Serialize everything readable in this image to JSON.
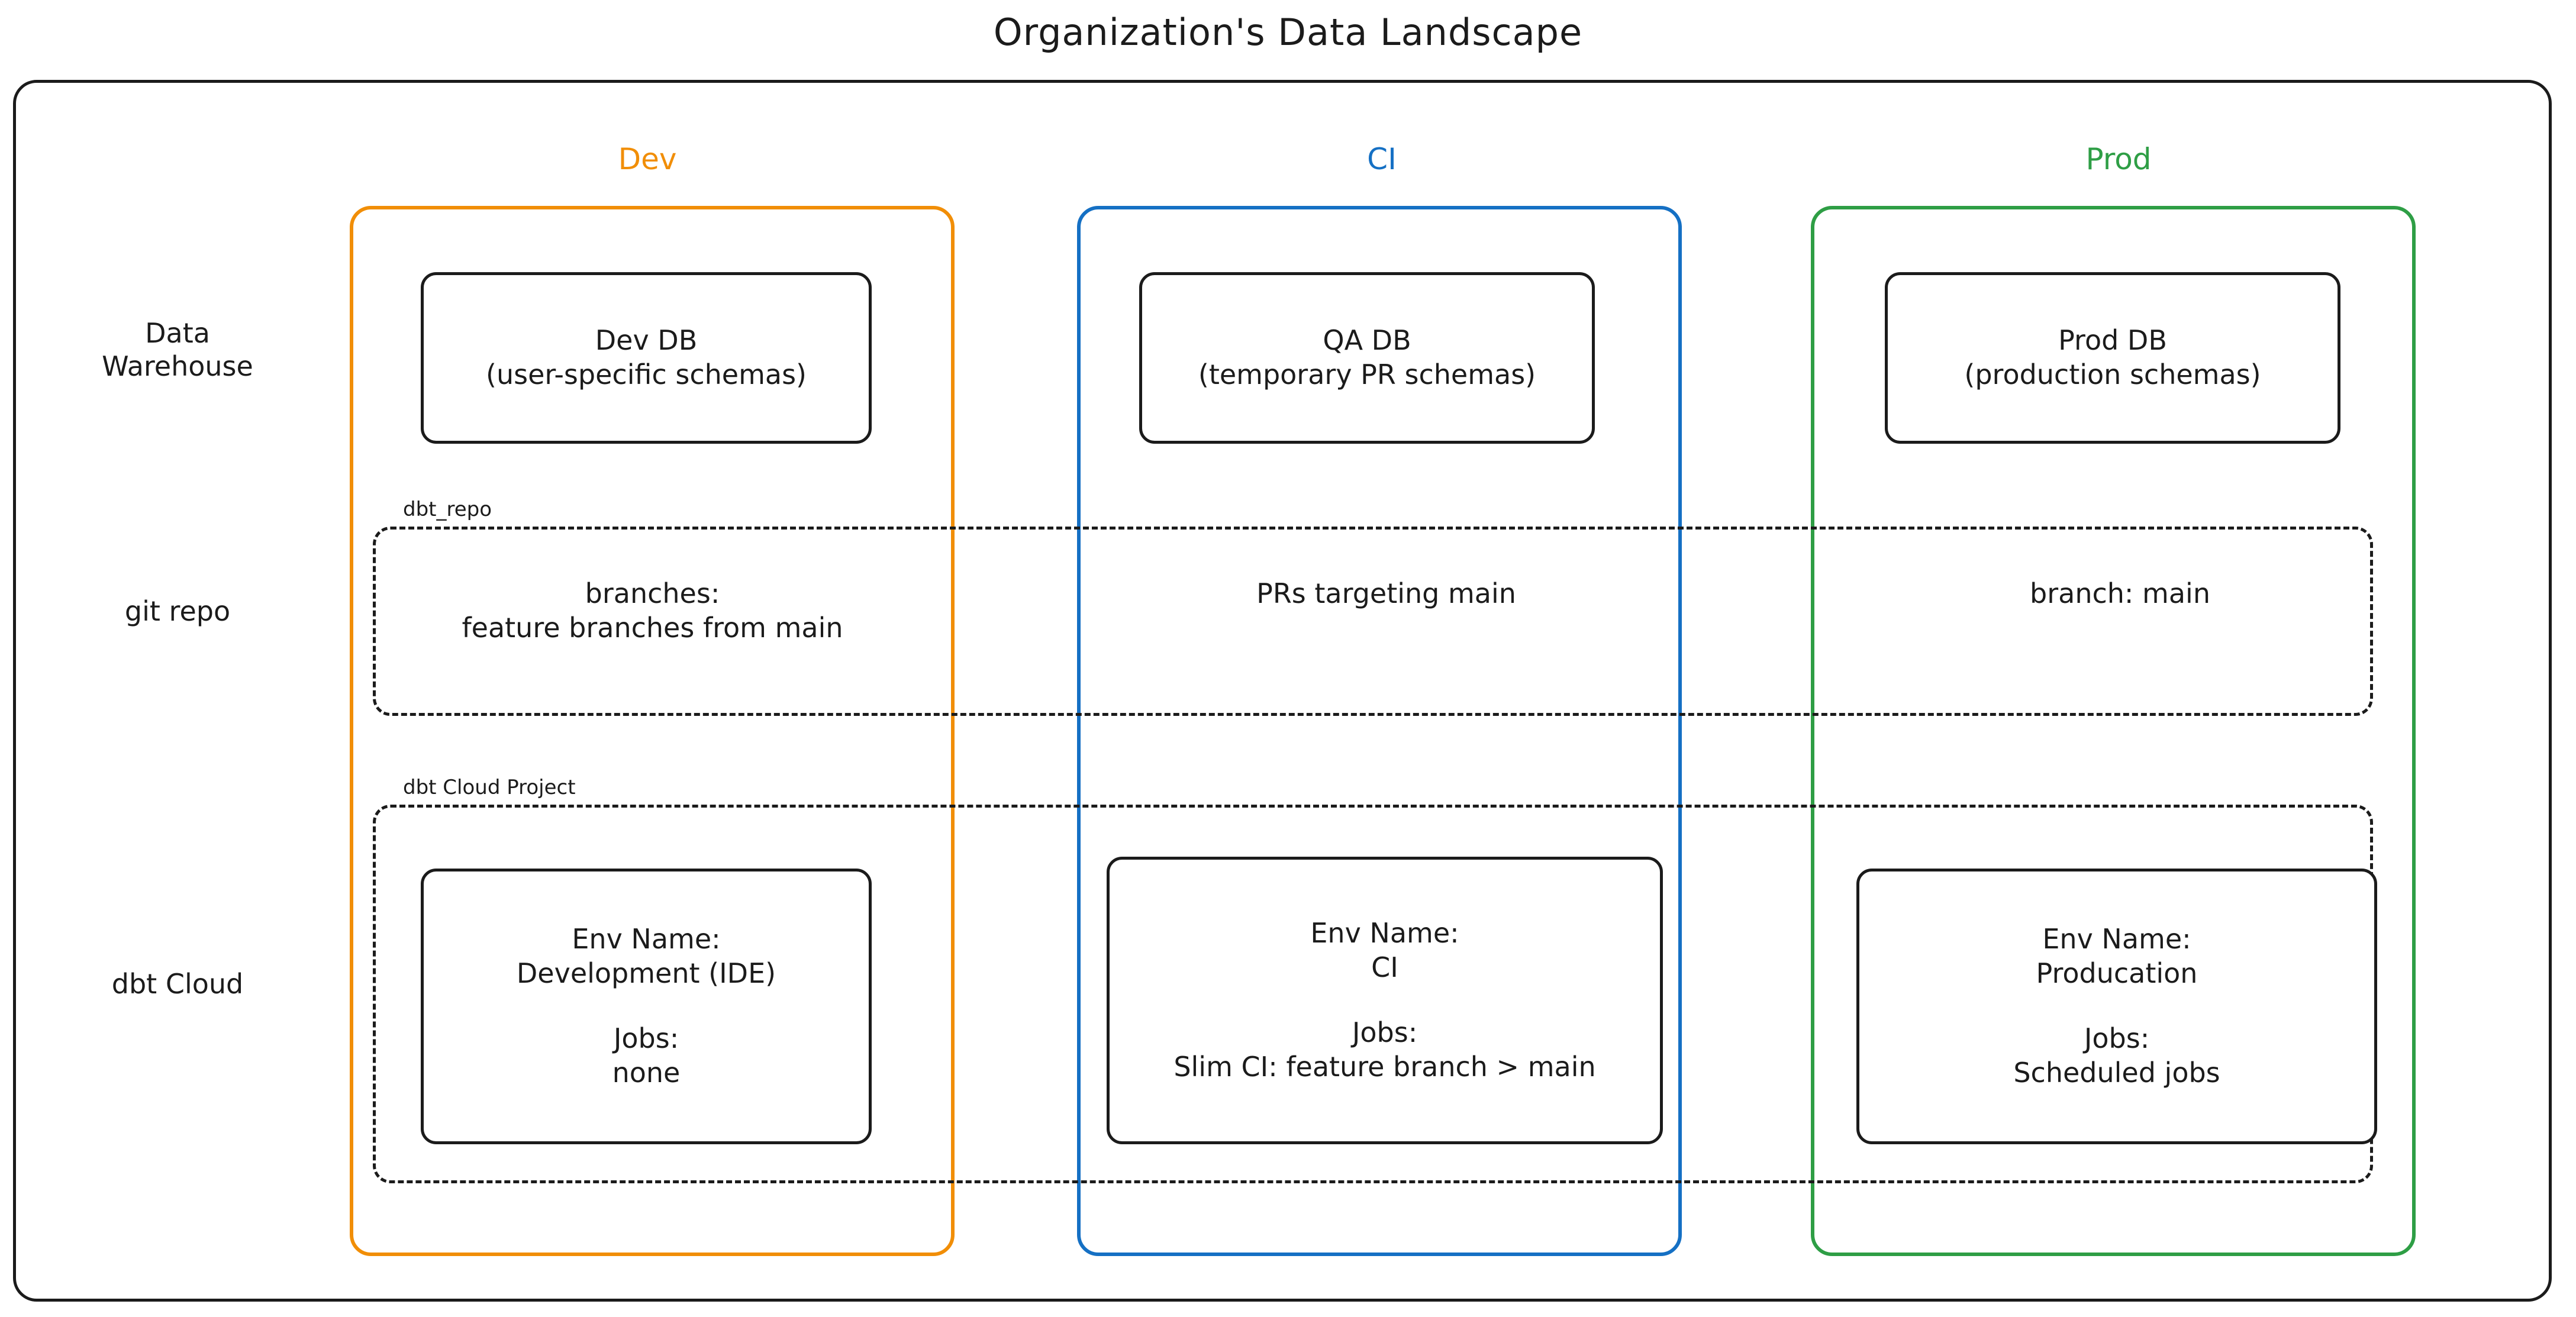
{
  "title": "Organization's Data Landscape",
  "colors": {
    "dev": "#F18E07",
    "ci": "#1570C4",
    "prod": "#2E9E45",
    "stroke": "#1b1b1b",
    "background": "#ffffff"
  },
  "columns": [
    {
      "key": "dev",
      "label": "Dev",
      "color": "#F18E07"
    },
    {
      "key": "ci",
      "label": "CI",
      "color": "#1570C4"
    },
    {
      "key": "prod",
      "label": "Prod",
      "color": "#2E9E45"
    }
  ],
  "rows": [
    {
      "key": "warehouse",
      "label_line1": "Data",
      "label_line2": "Warehouse"
    },
    {
      "key": "git_repo",
      "label_line1": "git repo",
      "label_line2": ""
    },
    {
      "key": "dbt_cloud",
      "label_line1": "dbt Cloud",
      "label_line2": ""
    }
  ],
  "groups": {
    "git_repo": {
      "label": "dbt_repo"
    },
    "dbt_cloud": {
      "label": "dbt Cloud Project"
    }
  },
  "warehouse": {
    "dev": {
      "line1": "Dev DB",
      "line2": "(user-specific schemas)"
    },
    "ci": {
      "line1": "QA DB",
      "line2": "(temporary PR schemas)"
    },
    "prod": {
      "line1": "Prod DB",
      "line2": "(production schemas)"
    }
  },
  "git_repo": {
    "dev": {
      "line1": "branches:",
      "line2": "feature branches from main"
    },
    "ci": {
      "line1": "PRs targeting main",
      "line2": ""
    },
    "prod": {
      "line1": "branch: main",
      "line2": ""
    }
  },
  "dbt_cloud": {
    "dev": {
      "env_label": "Env Name:",
      "env_value": "Development (IDE)",
      "jobs_label": "Jobs:",
      "jobs_value": "none"
    },
    "ci": {
      "env_label": "Env Name:",
      "env_value": "CI",
      "jobs_label": "Jobs:",
      "jobs_value": "Slim CI: feature branch > main"
    },
    "prod": {
      "env_label": "Env Name:",
      "env_value": "Producation",
      "jobs_label": "Jobs:",
      "jobs_value": "Scheduled jobs"
    }
  }
}
